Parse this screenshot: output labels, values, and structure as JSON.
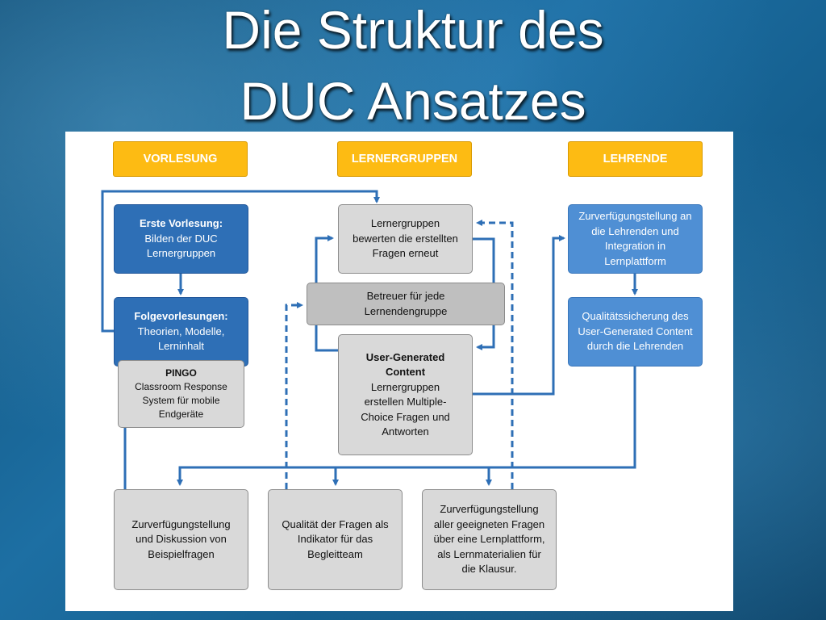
{
  "title": {
    "line1": "Die Struktur des",
    "line2": "DUC Ansatzes"
  },
  "headers": {
    "vorlesung": "VORLESUNG",
    "lernergruppen": "LERNERGRUPPEN",
    "lehrende": "LEHRENDE"
  },
  "boxes": {
    "erste_vorlesung": {
      "title": "Erste Vorlesung:",
      "text": "Bilden der DUC Lernergruppen"
    },
    "folgevorlesungen": {
      "title": "Folgevorlesungen:",
      "text": "Theorien, Modelle, Lerninhalt"
    },
    "pingo": {
      "title": "PINGO",
      "text": "Classroom Response System für mobile Endgeräte"
    },
    "lernergruppen_bewerten": {
      "text": "Lernergruppen bewerten die erstellten Fragen erneut"
    },
    "betreuer": {
      "text": "Betreuer für jede Lernendengruppe"
    },
    "ugc": {
      "title": "User-Generated Content",
      "text": "Lernergruppen erstellen Multiple-Choice Fragen und Antworten"
    },
    "zurverfuegung_lehrende": {
      "text": "Zurverfügungstellung an die Lehrenden und Integration in Lernplattform"
    },
    "qualitaetssicherung": {
      "text": "Qualitätssicherung des User-Generated Content durch die Lehrenden"
    },
    "diskussion": {
      "text": "Zurverfügungstellung und Diskussion von Beispielfragen"
    },
    "qualitaet_fragen": {
      "text": "Qualität der Fragen als Indikator für das Begleitteam"
    },
    "lernplattform": {
      "text": "Zurverfügungstellung aller geeigneten Fragen über eine Lernplattform, als Lernmaterialien für die Klausur."
    }
  },
  "colors": {
    "header": "#fdbb13",
    "dark_blue": "#2e6fb6",
    "light_blue": "#4f8fd4",
    "grey": "#d9d9d9",
    "arrow": "#2e6fb6"
  }
}
